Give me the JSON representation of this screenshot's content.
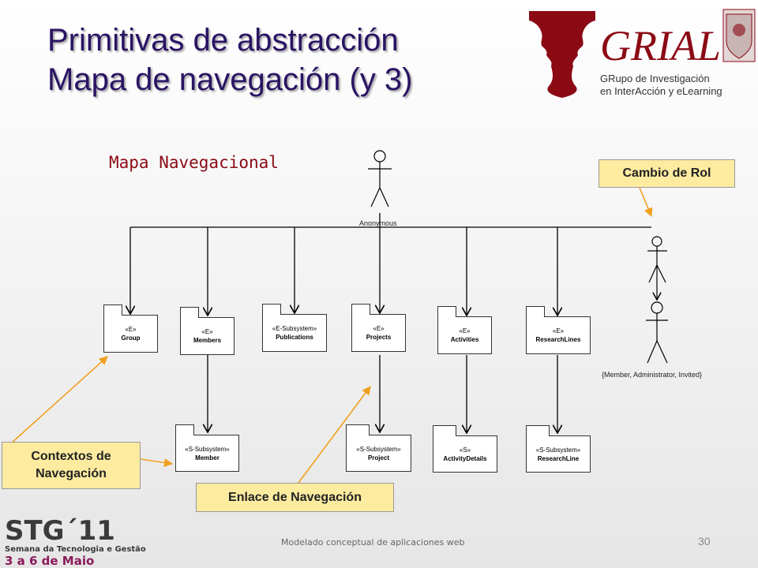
{
  "slide": {
    "title_line1": "Primitivas de abstracción",
    "title_line2": "Mapa de navegación (y 3)",
    "subtitle": "Mapa Navegacional",
    "footer": "Modelado conceptual de aplicaciones web",
    "page_number": "30"
  },
  "logo_grial": {
    "wordmark": "GRIAL",
    "line1": "GRupo de Investigación",
    "line2": "en InterAcción y eLearning"
  },
  "logo_stg": {
    "wordmark": "STG´11",
    "line1": "Semana da Tecnologia e Gestão",
    "line2": "3 a 6 de Maio"
  },
  "actors": {
    "anonymous": "Anonymous",
    "roles": "{Member, Administrator, Invited}"
  },
  "top_nodes": [
    {
      "stereotype": "«E»",
      "name": "Group"
    },
    {
      "stereotype": "«E»",
      "name": "Members"
    },
    {
      "stereotype": "«E-Subsystem»",
      "name": "Publications"
    },
    {
      "stereotype": "«E»",
      "name": "Projects"
    },
    {
      "stereotype": "«E»",
      "name": "Activities"
    },
    {
      "stereotype": "«E»",
      "name": "ResearchLines"
    }
  ],
  "bottom_nodes": [
    {
      "stereotype": "«S-Subsystem»",
      "name": "Member"
    },
    {
      "stereotype": "«S-Subsystem»",
      "name": "Project"
    },
    {
      "stereotype": "«S»",
      "name": "ActivityDetails"
    },
    {
      "stereotype": "«S-Subsystem»",
      "name": "ResearchLine"
    }
  ],
  "callouts": {
    "role_change": "Cambio de Rol",
    "contexts_line1": "Contextos de",
    "contexts_line2": "Navegación",
    "nav_link": "Enlace de Navegación"
  },
  "colors": {
    "title": "#2a1464",
    "subtitle": "#8b0a14",
    "callout_fill": "#fdeba0",
    "arrow_orange": "#f0a020",
    "logo_red": "#8b0a14"
  }
}
